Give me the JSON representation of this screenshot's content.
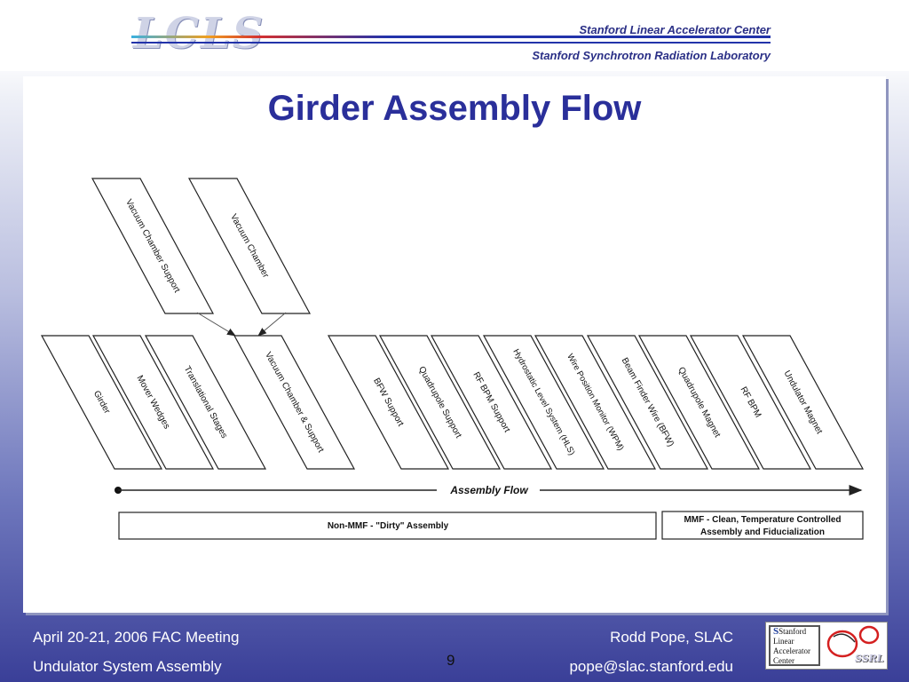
{
  "header": {
    "logo_text": "LCLS",
    "institution_1": "Stanford Linear Accelerator Center",
    "institution_2": "Stanford Synchrotron Radiation Laboratory"
  },
  "slide": {
    "title": "Girder Assembly Flow"
  },
  "diagram": {
    "top_components": [
      "Vacuum Chamber Support",
      "Vacuum Chamber"
    ],
    "components": [
      "Girder",
      "Mover Wedges",
      "Translational Stages",
      "Vacuum Chamber & Support",
      "BFW Support",
      "Quadrupole Support",
      "RF BPM Support",
      "Hydrostatic Level System (HLS)",
      "Wire Position Monitor (WPM)",
      "Beam Finder Wire (BFW)",
      "Quadrupole Magnet",
      "RF BPM",
      "Undulator Magnet"
    ],
    "flow_label": "Assembly Flow",
    "stage_dirty": "Non-MMF - \"Dirty\" Assembly",
    "stage_clean_line1": "MMF - Clean, Temperature Controlled",
    "stage_clean_line2": "Assembly and Fiducialization"
  },
  "footer": {
    "meeting": "April 20-21, 2006 FAC Meeting",
    "topic": "Undulator System Assembly",
    "page_number": "9",
    "author": "Rodd Pope, SLAC",
    "email": "pope@slac.stanford.edu",
    "ssrl_logo_lines": [
      "Stanford",
      "Linear",
      "Accelerator",
      "Center"
    ],
    "ssrl_text": "SSRL"
  }
}
